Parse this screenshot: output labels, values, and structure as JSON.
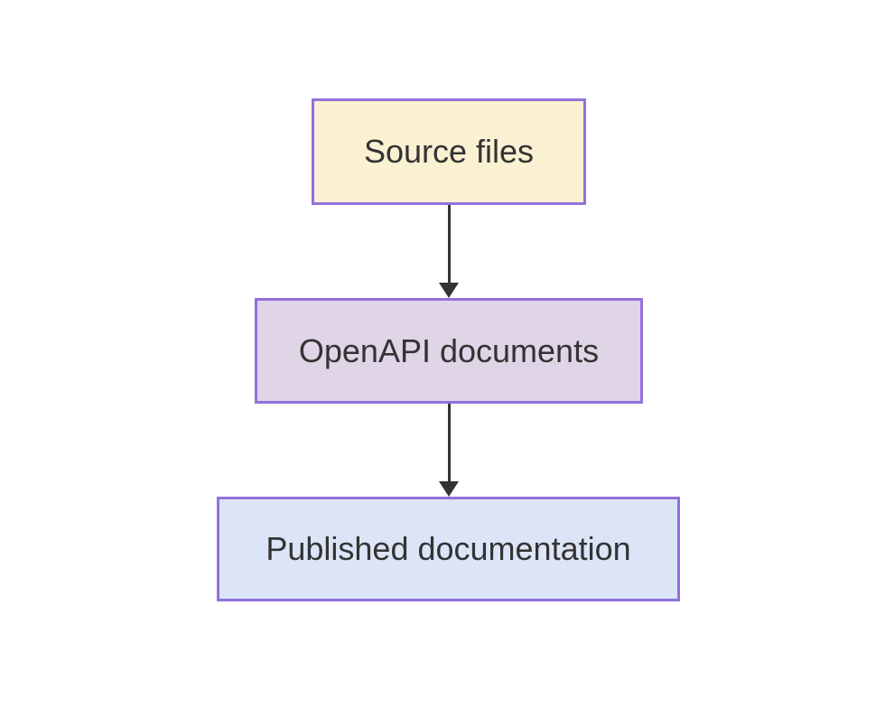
{
  "diagram": {
    "type": "flowchart",
    "direction": "top-to-bottom",
    "nodes": [
      {
        "id": "source-files",
        "label": "Source files",
        "fill": "#faf0d2",
        "border": "#9370db"
      },
      {
        "id": "openapi-documents",
        "label": "OpenAPI documents",
        "fill": "#e0d5e7",
        "border": "#9370db"
      },
      {
        "id": "published-documentation",
        "label": "Published documentation",
        "fill": "#dbe5f7",
        "border": "#9370db"
      }
    ],
    "edges": [
      {
        "from": "source-files",
        "to": "openapi-documents",
        "style": "arrow-down"
      },
      {
        "from": "openapi-documents",
        "to": "published-documentation",
        "style": "arrow-down"
      }
    ]
  },
  "palette": {
    "background": "#ffffff",
    "node-border": "#9370db",
    "node-source-fill": "#faf0d2",
    "node-openapi-fill": "#e0d5e7",
    "node-published-fill": "#dbe5f7",
    "edge-color": "#333333",
    "text-color": "#333333"
  }
}
